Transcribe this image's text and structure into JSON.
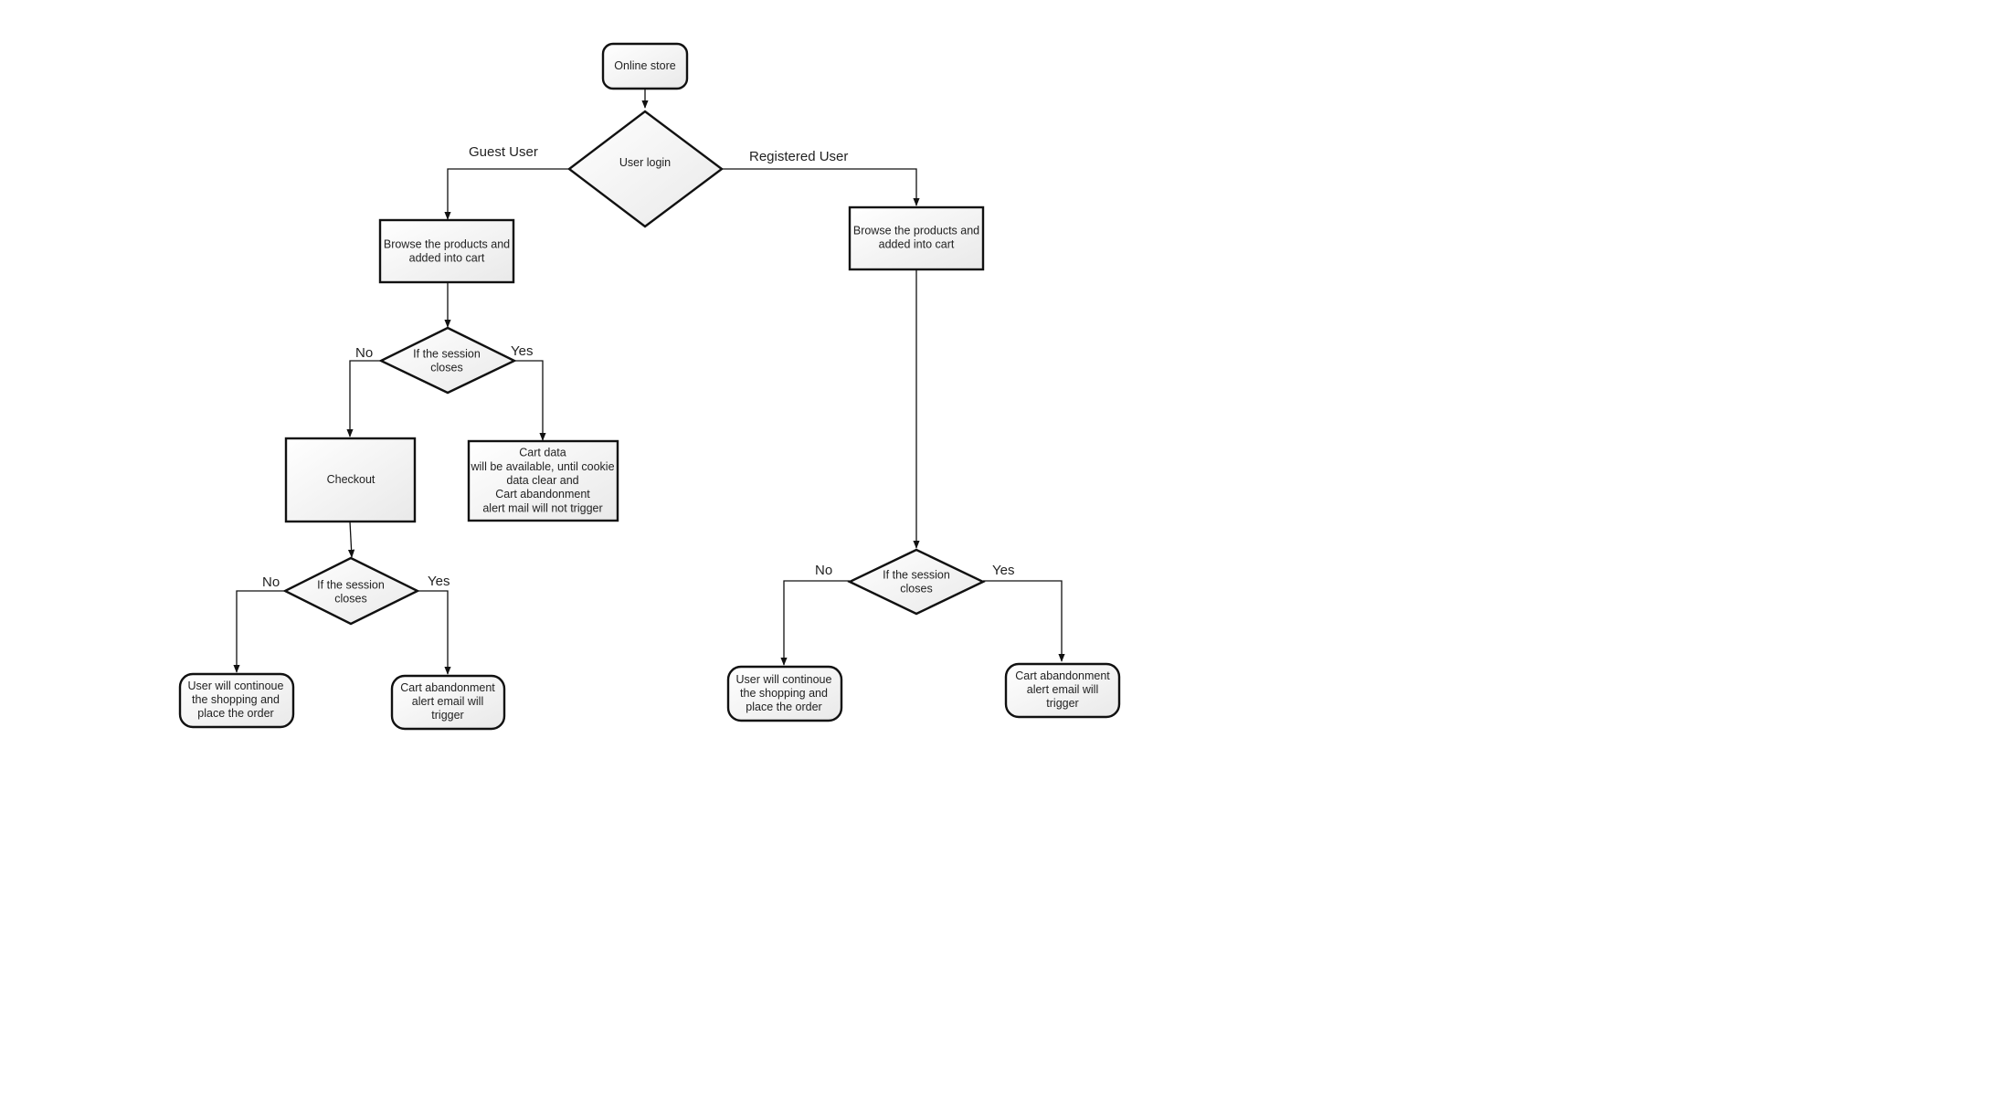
{
  "nodes": {
    "start": "Online store",
    "login": "User login",
    "guest_browse": "Browse the products and added into cart",
    "guest_session": "If the session closes",
    "checkout": "Checkout",
    "cart_cookie": "Cart data will be available, until cookie data clear and Cart abandonment alert mail will not trigger",
    "checkout_session": "If the session closes",
    "guest_continue": "User will continoue the shopping and place the order",
    "guest_alert": "Cart abandonment alert email will trigger",
    "reg_browse": "Browse the products and added into cart",
    "reg_session": "If the session closes",
    "reg_continue": "User will continoue the shopping and place the order",
    "reg_alert": "Cart abandonment alert email will trigger"
  },
  "node_lines": {
    "start": [
      "Online store"
    ],
    "login": [
      "User login"
    ],
    "guest_browse": [
      "Browse the products and",
      "added into cart"
    ],
    "guest_session": [
      "If the session",
      "closes"
    ],
    "checkout": [
      "Checkout"
    ],
    "cart_cookie": [
      "Cart data",
      "will be available, until cookie",
      "data clear and",
      "Cart abandonment",
      "alert mail will not trigger"
    ],
    "checkout_session": [
      "If the session",
      "closes"
    ],
    "guest_continue": [
      "User will continoue",
      "the shopping and",
      "place the order"
    ],
    "guest_alert": [
      "Cart abandonment",
      "alert email will",
      "trigger"
    ],
    "reg_browse": [
      "Browse the products and",
      "added into cart"
    ],
    "reg_session": [
      "If the session",
      "closes"
    ],
    "reg_continue": [
      "User will continoue",
      "the shopping and",
      "place the order"
    ],
    "reg_alert": [
      "Cart abandonment",
      "alert email will",
      "trigger"
    ]
  },
  "edge_labels": {
    "guest_user": "Guest User",
    "registered_user": "Registered User",
    "guest_session_no": "No",
    "guest_session_yes": "Yes",
    "checkout_session_no": "No",
    "checkout_session_yes": "Yes",
    "reg_session_no": "No",
    "reg_session_yes": "Yes"
  }
}
